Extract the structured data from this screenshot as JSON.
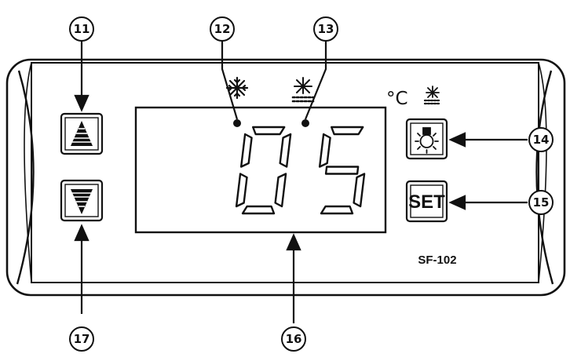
{
  "device": {
    "model": "SF-102",
    "unit": "°C",
    "display_value": "05",
    "set_label": "SET"
  },
  "icons": {
    "compressor": "snowflake-icon",
    "defrost": "defrost-icon",
    "defrost_small": "defrost-small-icon",
    "light": "light-bulb-icon",
    "up": "up-triangle-icon",
    "down": "down-triangle-icon"
  },
  "callouts": {
    "c11": "11",
    "c12": "12",
    "c13": "13",
    "c14": "14",
    "c15": "15",
    "c16": "16",
    "c17": "17"
  },
  "colors": {
    "line": "#111111",
    "background": "#ffffff"
  }
}
